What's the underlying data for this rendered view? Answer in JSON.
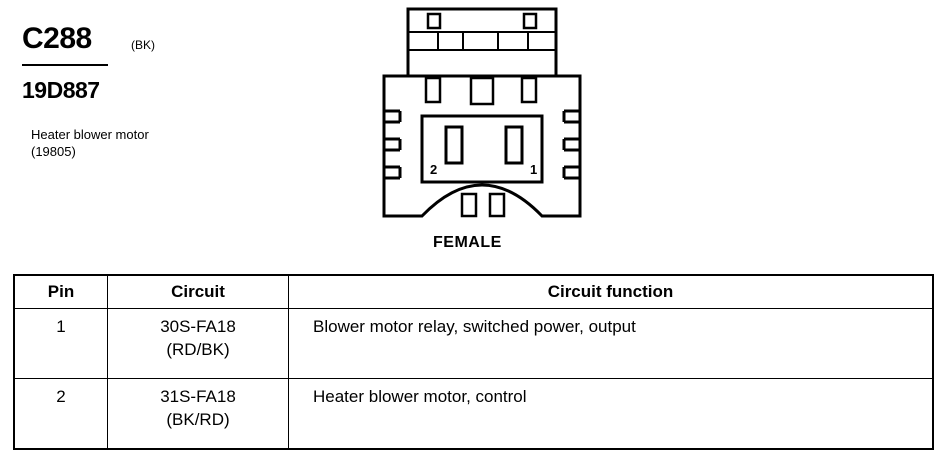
{
  "connector": {
    "id": "C288",
    "color": "(BK)",
    "part_number": "19D887",
    "description_line1": "Heater blower motor",
    "description_line2": "(19805)",
    "view_label": "FEMALE",
    "cavity_labels": [
      "2",
      "1"
    ]
  },
  "table": {
    "headers": {
      "pin": "Pin",
      "circuit": "Circuit",
      "function": "Circuit function"
    },
    "rows": [
      {
        "pin": "1",
        "circuit_line1": "30S-FA18",
        "circuit_line2": "(RD/BK)",
        "function": "Blower motor relay, switched power, output"
      },
      {
        "pin": "2",
        "circuit_line1": "31S-FA18",
        "circuit_line2": "(BK/RD)",
        "function": "Heater blower motor, control"
      }
    ]
  }
}
